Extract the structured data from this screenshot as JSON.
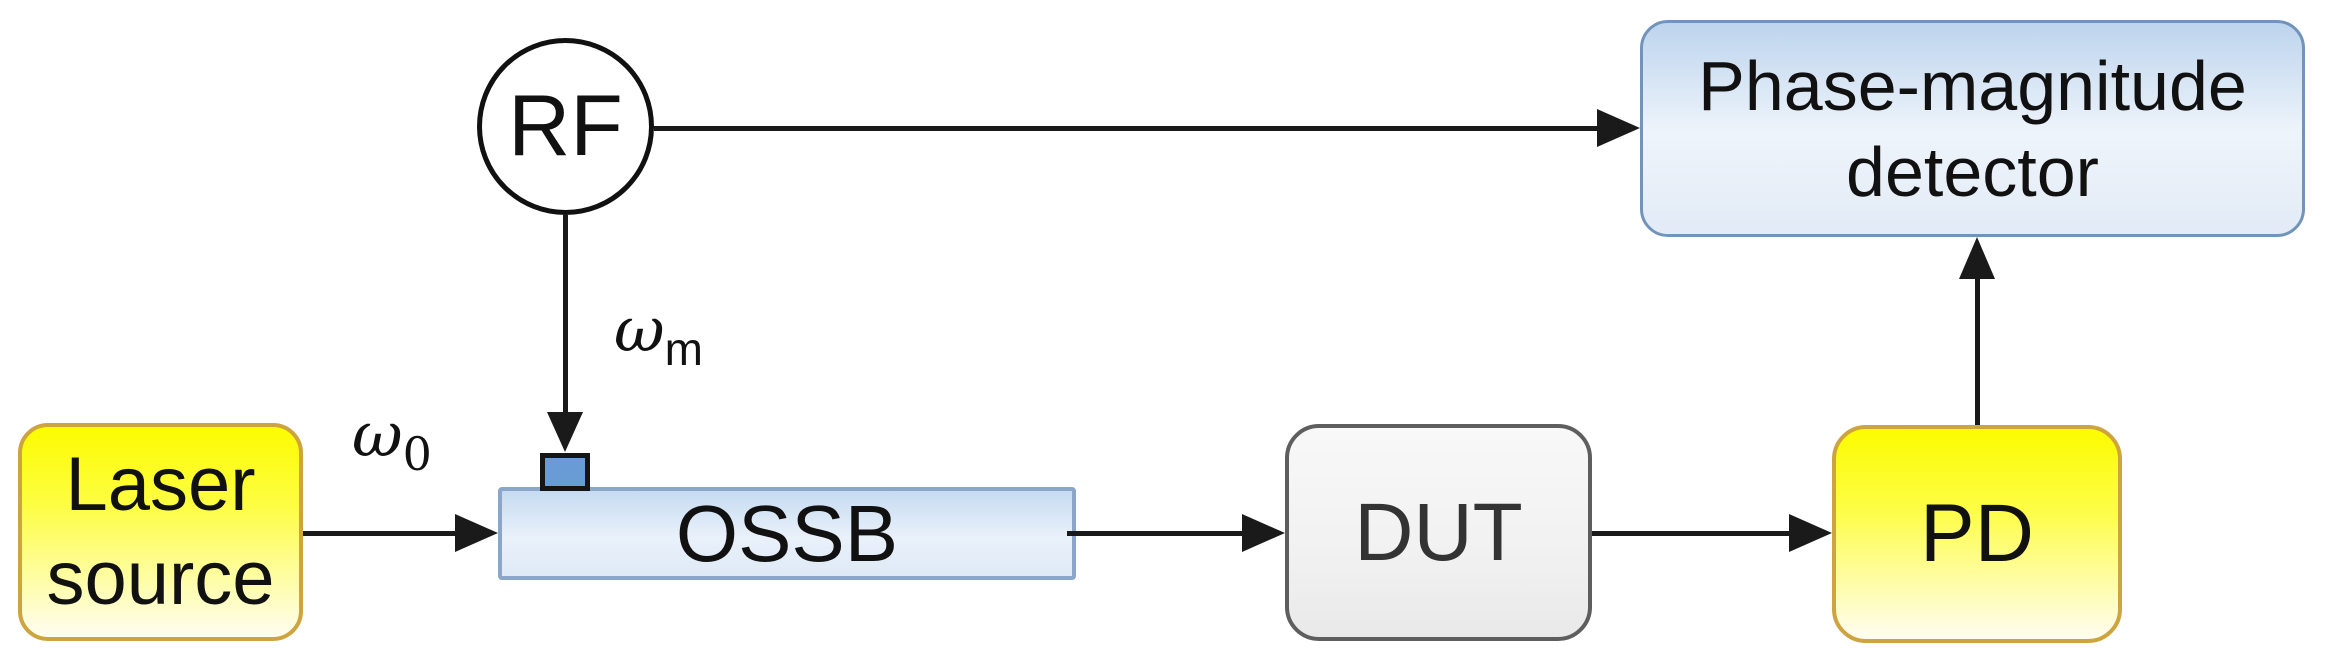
{
  "diagram": {
    "background_color": "#ffffff",
    "nodes": {
      "rf": {
        "label": "RF",
        "shape": "circle",
        "fill": "#ffffff",
        "border_color": "#111111"
      },
      "laser": {
        "line1": "Laser",
        "line2": "source",
        "shape": "rounded-rect",
        "fill_top": "#fcfc00",
        "fill_bottom": "#fffdf2",
        "border_color": "#cda43e"
      },
      "ossb": {
        "label": "OSSB",
        "shape": "rect",
        "fill_top": "#c6dbf1",
        "fill_bottom": "#dfeaf6",
        "border_color": "#8aa6c8"
      },
      "rf_port": {
        "shape": "small-square",
        "fill": "#699bd4",
        "border_color": "#151515"
      },
      "dut": {
        "label": "DUT",
        "shape": "rounded-rect",
        "fill_top": "#f8f8f8",
        "fill_bottom": "#e9e9e9",
        "border_color": "#5e5e5e"
      },
      "pd": {
        "label": "PD",
        "shape": "rounded-rect",
        "fill_top": "#fcfc00",
        "fill_bottom": "#fffdf2",
        "border_color": "#cda43e"
      },
      "detector": {
        "line1": "Phase-magnitude",
        "line2": "detector",
        "shape": "rounded-rect",
        "fill_top": "#bdd4ed",
        "fill_bottom": "#e2ebf6",
        "border_color": "#7294ba"
      }
    },
    "signal_labels": {
      "omega_0": {
        "base": "ω",
        "sub": "0"
      },
      "omega_m": {
        "base": "ω",
        "sub": "m"
      }
    },
    "connections": [
      {
        "from": "Laser source",
        "to": "OSSB",
        "label": "ω0",
        "style": "arrow"
      },
      {
        "from": "RF",
        "to": "OSSB rf port",
        "label": "ωm",
        "style": "arrow"
      },
      {
        "from": "RF",
        "to": "Phase-magnitude detector",
        "label": "",
        "style": "arrow"
      },
      {
        "from": "OSSB",
        "to": "DUT",
        "label": "",
        "style": "arrow"
      },
      {
        "from": "DUT",
        "to": "PD",
        "label": "",
        "style": "arrow"
      },
      {
        "from": "PD",
        "to": "Phase-magnitude detector",
        "label": "",
        "style": "arrow"
      }
    ],
    "line_color": "#1a1a1a"
  }
}
